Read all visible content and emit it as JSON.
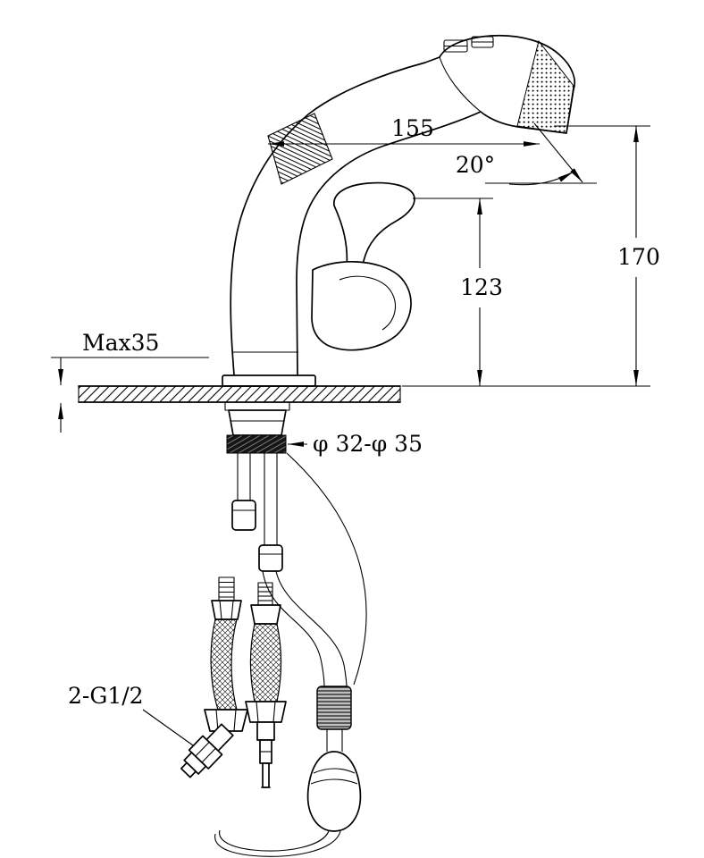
{
  "page": {
    "background": "#ffffff",
    "line_color": "#000000"
  },
  "drawing": {
    "kind": "pull-out faucet installation technical drawing",
    "annotations": {
      "spout_reach": "155",
      "spray_angle": "20°",
      "overall_height": "170",
      "handle_height": "123",
      "max_deck_thickness": "Max35",
      "mounting_hole": "φ 32-φ 35",
      "supply_thread": "2-G1/2"
    }
  }
}
